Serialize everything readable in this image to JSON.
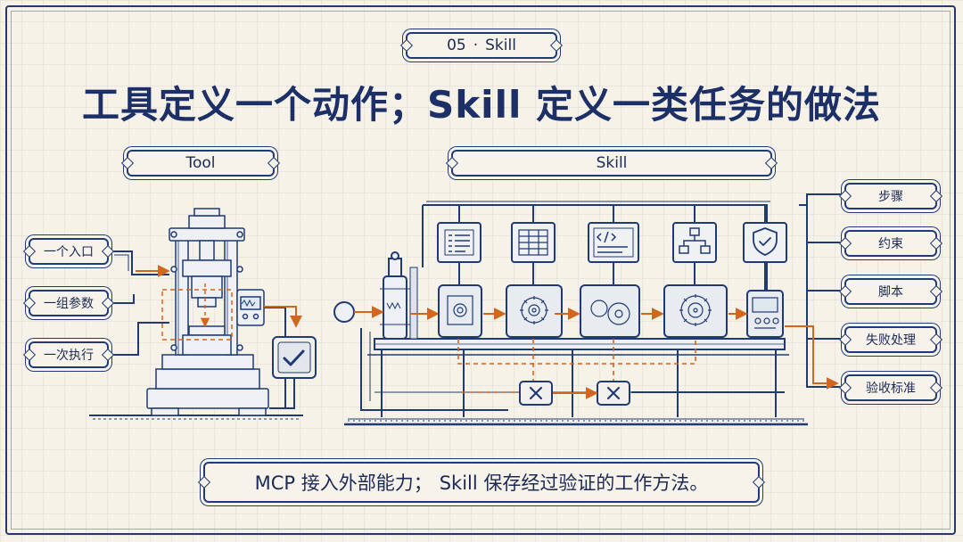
{
  "section": {
    "number": "05",
    "separator": "·",
    "name": "Skill"
  },
  "title": "工具定义一个动作；Skill 定义一类任务的做法",
  "tool_panel": {
    "heading": "Tool",
    "labels": [
      "一个入口",
      "一组参数",
      "一次执行"
    ]
  },
  "skill_panel": {
    "heading": "Skill",
    "labels": [
      "步骤",
      "约束",
      "脚本",
      "失败处理",
      "验收标准"
    ]
  },
  "summary": {
    "part1": "MCP 接入外部能力；",
    "part2": "Skill 保存经过验证的工作方法。"
  },
  "colors": {
    "ink": "#1f3a75",
    "accent_orange": "#d4651c",
    "paper": "#f6f2e8"
  },
  "icons": {
    "tool_result": "checkmark-icon",
    "skill_panels": [
      "list-doc-icon",
      "table-grid-icon",
      "code-doc-icon",
      "flowchart-icon",
      "shield-check-icon"
    ],
    "error_nodes": [
      "cross-icon",
      "cross-icon"
    ]
  }
}
